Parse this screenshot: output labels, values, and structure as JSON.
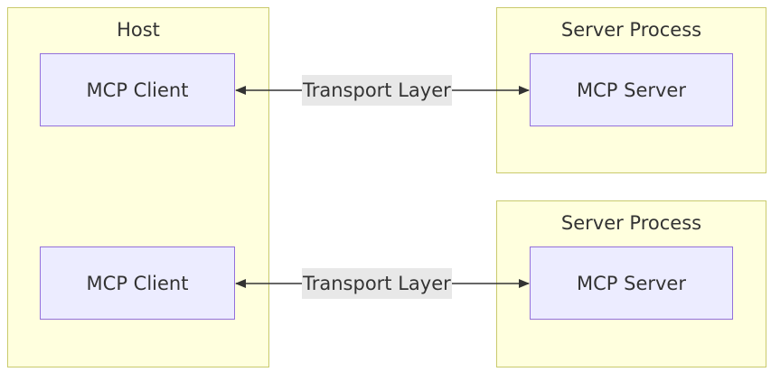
{
  "diagram": {
    "host": {
      "title": "Host",
      "clients": [
        {
          "label": "MCP Client"
        },
        {
          "label": "MCP Client"
        }
      ]
    },
    "server_processes": [
      {
        "title": "Server Process",
        "server": {
          "label": "MCP Server"
        }
      },
      {
        "title": "Server Process",
        "server": {
          "label": "MCP Server"
        }
      }
    ],
    "edges": [
      {
        "from": "MCP Client",
        "to": "MCP Server",
        "label": "Transport Layer",
        "direction": "both"
      },
      {
        "from": "MCP Client",
        "to": "MCP Server",
        "label": "Transport Layer",
        "direction": "both"
      }
    ],
    "colors": {
      "cluster_fill": "#ffffde",
      "cluster_stroke": "#c9ca6c",
      "node_fill": "#ececff",
      "node_stroke": "#9370db",
      "edge": "#333333",
      "edge_label_bg": "#e8e8e8"
    }
  }
}
